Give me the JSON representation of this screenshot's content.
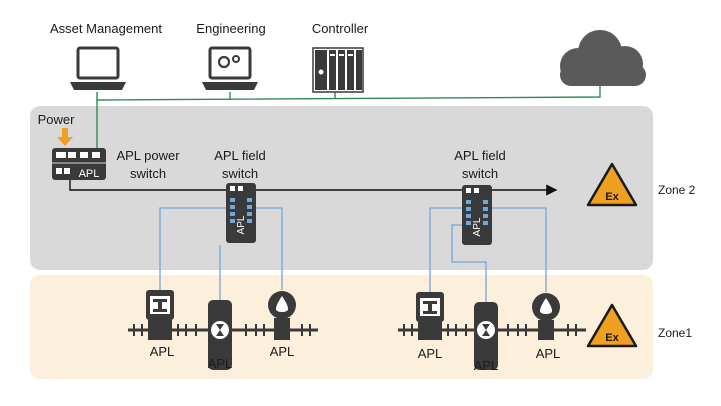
{
  "top": {
    "asset_label": "Asset Management",
    "engineering_label": "Engineering",
    "controller_label": "Controller"
  },
  "zone2": {
    "label": "Zone 2",
    "power_label": "Power",
    "power_switch_label_line1": "APL power",
    "power_switch_label_line2": "switch",
    "power_switch_badge": "APL",
    "field_switch_1_line1": "APL field",
    "field_switch_1_line2": "switch",
    "field_switch_2_line1": "APL field",
    "field_switch_2_line2": "switch",
    "field_switch_badge_1": "APL",
    "field_switch_badge_2": "APL",
    "ex_sign": "Ex"
  },
  "zone1": {
    "label": "Zone1",
    "ex_sign": "Ex",
    "devices": [
      "APL",
      "APL",
      "APL",
      "APL",
      "APL",
      "APL"
    ]
  },
  "colors": {
    "zone2_bg": "#d9d9d9",
    "zone1_bg": "#fcefdc",
    "ethernet_line": "#2e8b57",
    "apl_line": "#6fa8dc",
    "device_dark": "#3a3a3a",
    "ex_fill": "#f0a020",
    "power_arrow": "#f0a020",
    "cloud": "#5a5a5a"
  }
}
